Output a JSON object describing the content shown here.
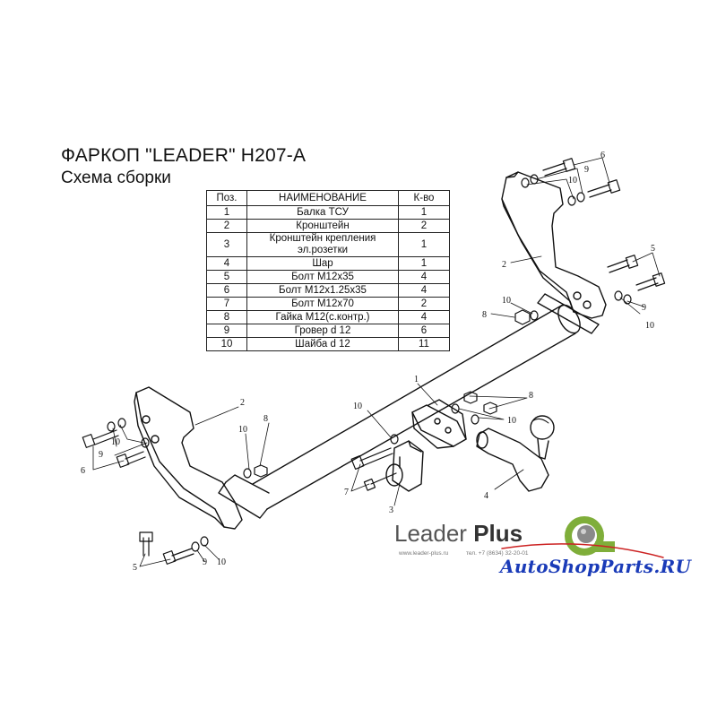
{
  "title": "ФАРКОП \"LEADER\" H207-A",
  "subtitle": "Схема сборки",
  "table": {
    "headers": {
      "pos": "Поз.",
      "name": "НАИМЕНОВАНИЕ",
      "qty": "К-во"
    },
    "rows": [
      {
        "pos": "1",
        "name": "Балка ТСУ",
        "qty": "1"
      },
      {
        "pos": "2",
        "name": "Кронштейн",
        "qty": "2"
      },
      {
        "pos": "3",
        "name": "Кронштейн крепления эл.розетки",
        "qty": "1"
      },
      {
        "pos": "4",
        "name": "Шар",
        "qty": "1"
      },
      {
        "pos": "5",
        "name": "Болт М12х35",
        "qty": "4"
      },
      {
        "pos": "6",
        "name": "Болт М12х1.25х35",
        "qty": "4"
      },
      {
        "pos": "7",
        "name": "Болт М12х70",
        "qty": "2"
      },
      {
        "pos": "8",
        "name": "Гайка М12(с.контр.)",
        "qty": "4"
      },
      {
        "pos": "9",
        "name": "Гровер d 12",
        "qty": "6"
      },
      {
        "pos": "10",
        "name": "Шайба d 12",
        "qty": "11"
      }
    ]
  },
  "callouts": {
    "c1": "1",
    "c2a": "2",
    "c2b": "2",
    "c3": "3",
    "c4": "4",
    "c5a": "5",
    "c5b": "5",
    "c6a": "6",
    "c6b": "6",
    "c7": "7",
    "c8a": "8",
    "c8b": "8",
    "c8c": "8",
    "c9a": "9",
    "c9b": "9",
    "c9c": "9",
    "c9d": "9",
    "c10a": "10",
    "c10b": "10",
    "c10c": "10",
    "c10d": "10",
    "c10e": "10",
    "c10f": "10",
    "c10g": "10",
    "c10h": "10"
  },
  "logo": {
    "brand_light": "Leader",
    "brand_bold": "Plus",
    "website": "www.leader-plus.ru",
    "phone": "тел. +7 (8634) 32-20-01"
  },
  "watermark": "AutoShopParts.RU",
  "colors": {
    "line": "#111111",
    "watermark": "#1a3bb8",
    "logo_green": "#7fae3a",
    "logo_ball": "#8a8a8a"
  }
}
